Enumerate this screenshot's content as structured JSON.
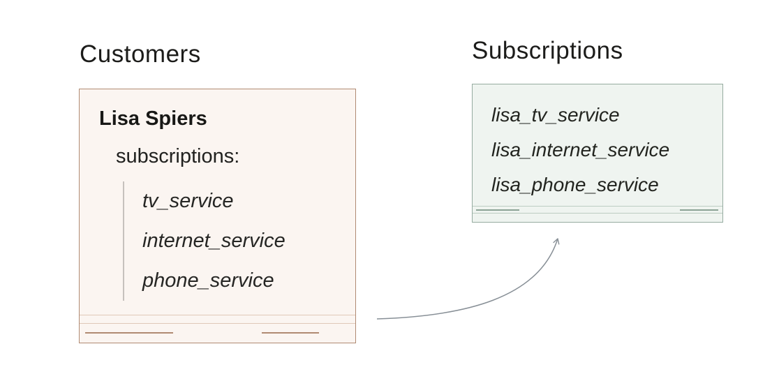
{
  "customers": {
    "title": "Customers",
    "card": {
      "name": "Lisa Spiers",
      "field_label": "subscriptions:",
      "items": [
        "tv_service",
        "internet_service",
        "phone_service"
      ]
    }
  },
  "subscriptions": {
    "title": "Subscriptions",
    "items": [
      "lisa_tv_service",
      "lisa_internet_service",
      "lisa_phone_service"
    ]
  },
  "colors": {
    "customers_fill": "#fbf5f1",
    "customers_border": "#b08a72",
    "subscriptions_fill": "#eff4f0",
    "subscriptions_border": "#95aba0",
    "arrow": "#878f96",
    "text": "#1d1d1b"
  }
}
